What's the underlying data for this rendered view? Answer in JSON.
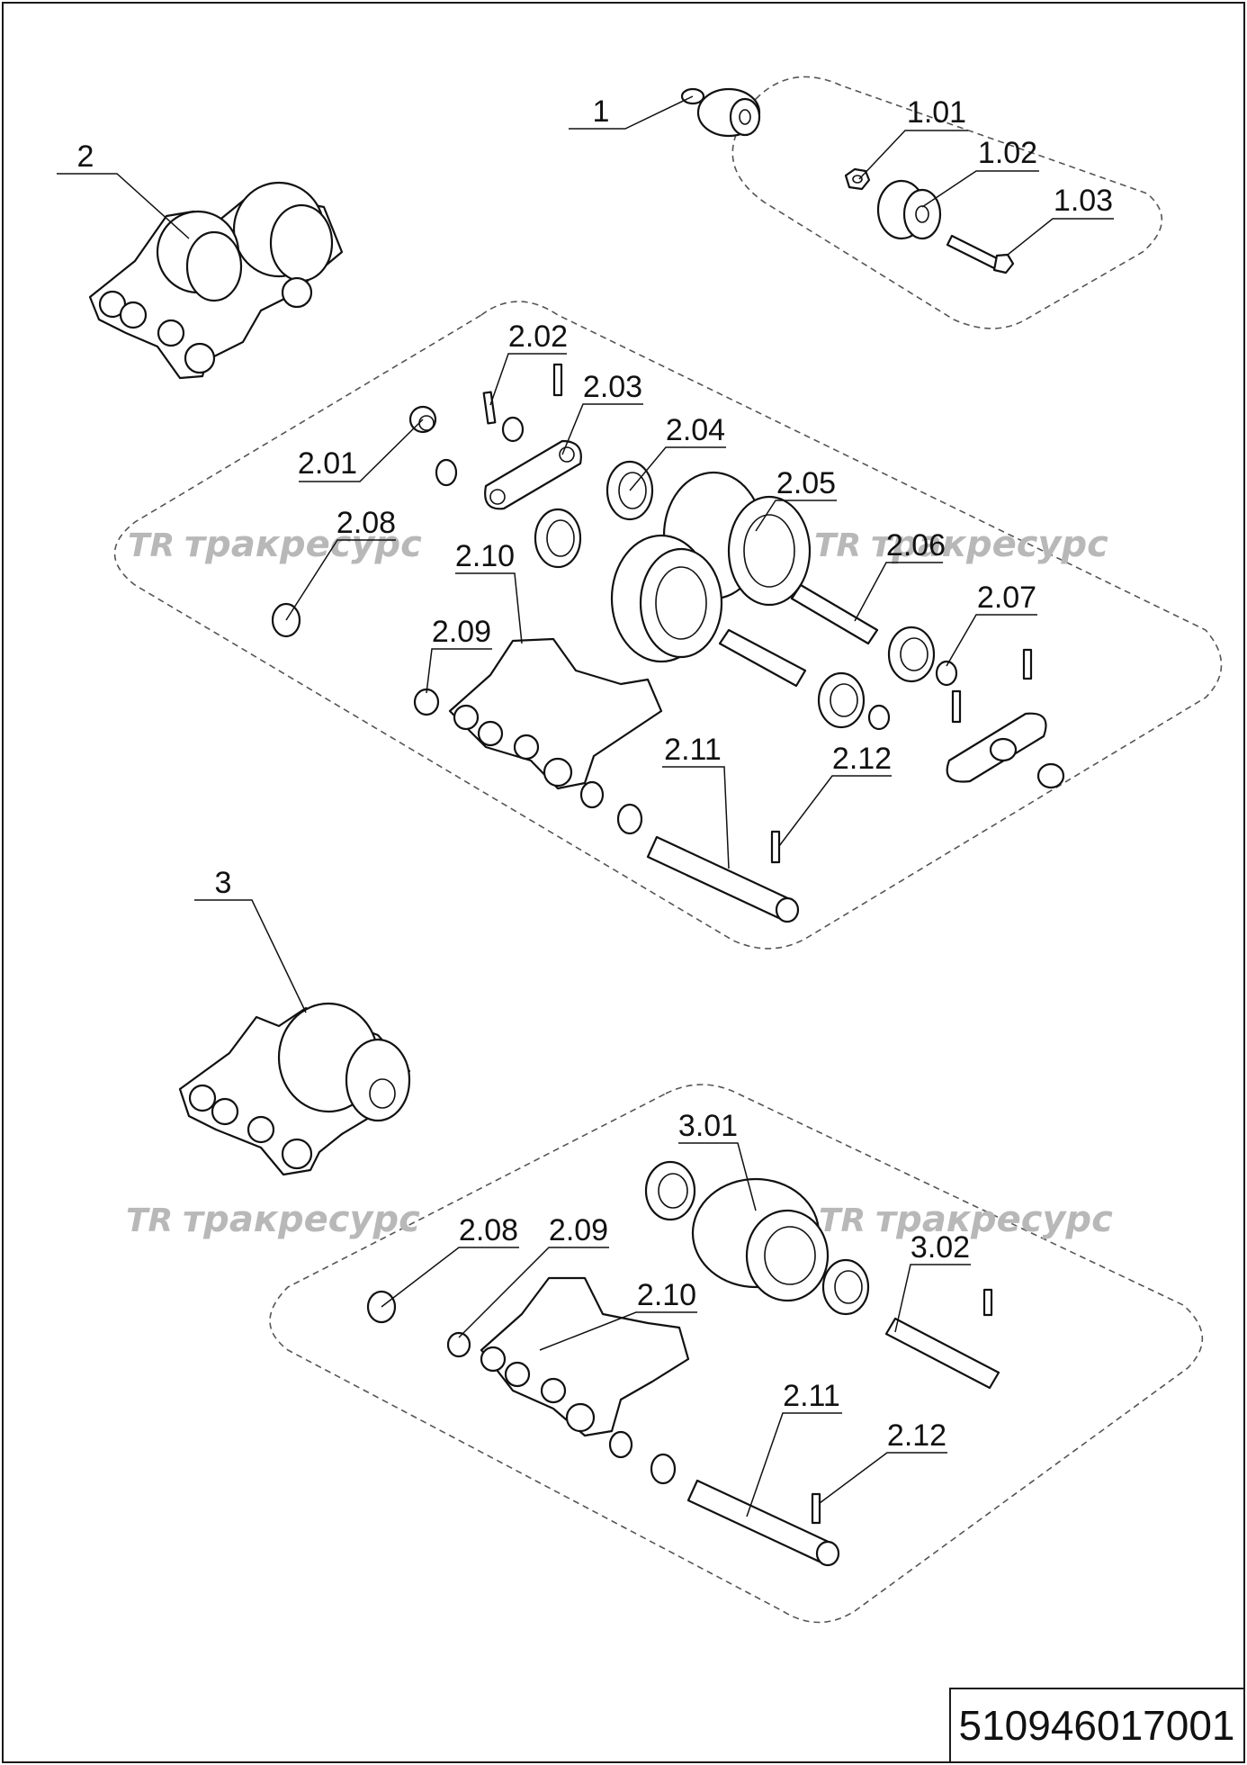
{
  "drawing": {
    "document_number": "510946017001",
    "watermark": {
      "logo": "TR",
      "text": "тракресурс"
    },
    "callouts": {
      "c1": "1",
      "c1_01": "1.01",
      "c1_02": "1.02",
      "c1_03": "1.03",
      "c2": "2",
      "c2_01": "2.01",
      "c2_02": "2.02",
      "c2_03": "2.03",
      "c2_04": "2.04",
      "c2_05": "2.05",
      "c2_06": "2.06",
      "c2_07": "2.07",
      "c2_08": "2.08",
      "c2_09": "2.09",
      "c2_10": "2.10",
      "c2_11": "2.11",
      "c2_12": "2.12",
      "c3": "3",
      "c3_01": "3.01",
      "c3_02": "3.02",
      "c3_08": "2.08",
      "c3_09": "2.09",
      "c3_10": "2.10",
      "c3_11": "2.11",
      "c3_12": "2.12"
    }
  }
}
